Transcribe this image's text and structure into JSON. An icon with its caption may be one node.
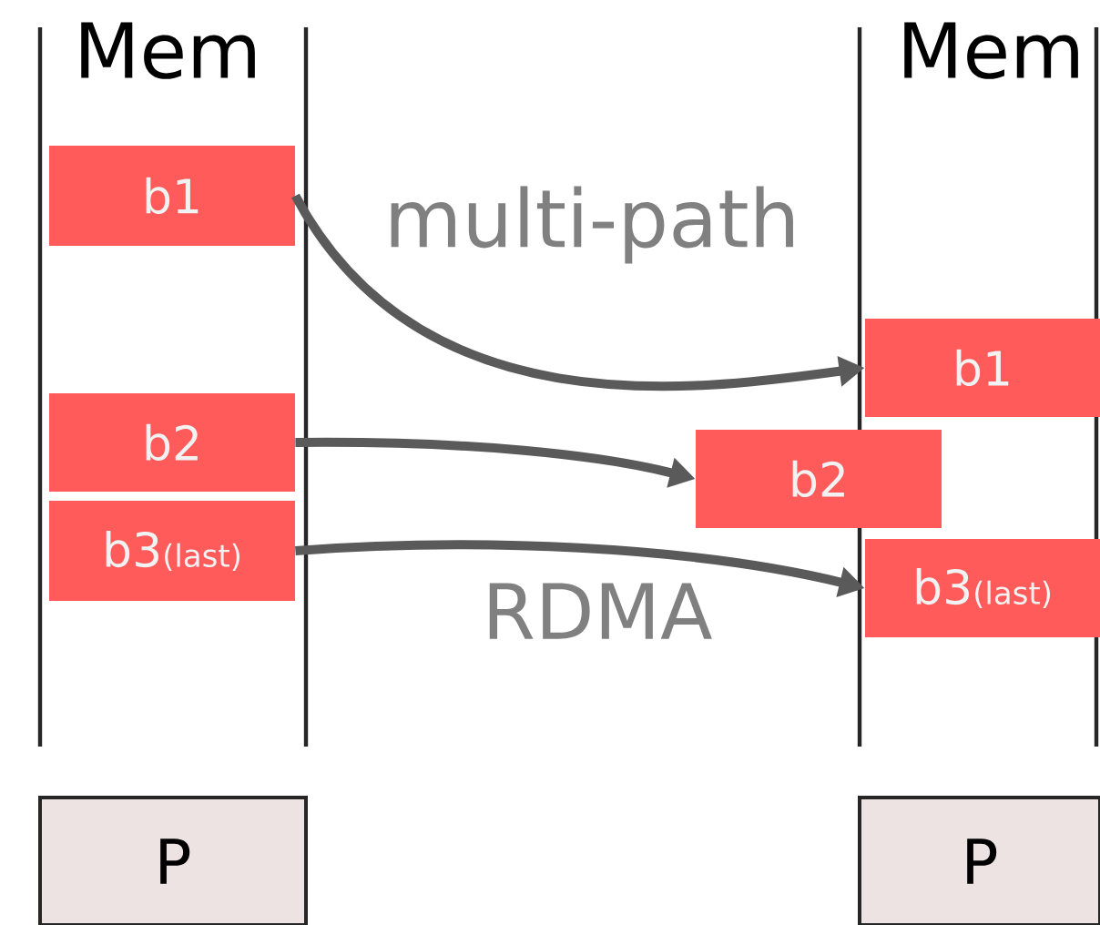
{
  "diagram": {
    "nodes": [
      {
        "text": [
          "b1"
        ]
      },
      {
        "text": [
          "b2"
        ]
      },
      {
        "text": [
          "b3",
          "(last)"
        ]
      },
      {
        "text": [
          "b1"
        ]
      },
      {
        "text": [
          "b2"
        ]
      },
      {
        "text": [
          "b3",
          "(last)"
        ]
      },
      {
        "text": [
          "P"
        ]
      },
      {
        "text": [
          "P"
        ]
      }
    ],
    "edges": [
      {
        "from": 0,
        "to": 3,
        "arrow": "to"
      },
      {
        "from": 1,
        "to": 4,
        "arrow": "to"
      },
      {
        "from": 2,
        "to": 5,
        "arrow": "to"
      }
    ],
    "labels": [
      "Mem",
      "Mem",
      "multi-path",
      "RDMA"
    ]
  }
}
